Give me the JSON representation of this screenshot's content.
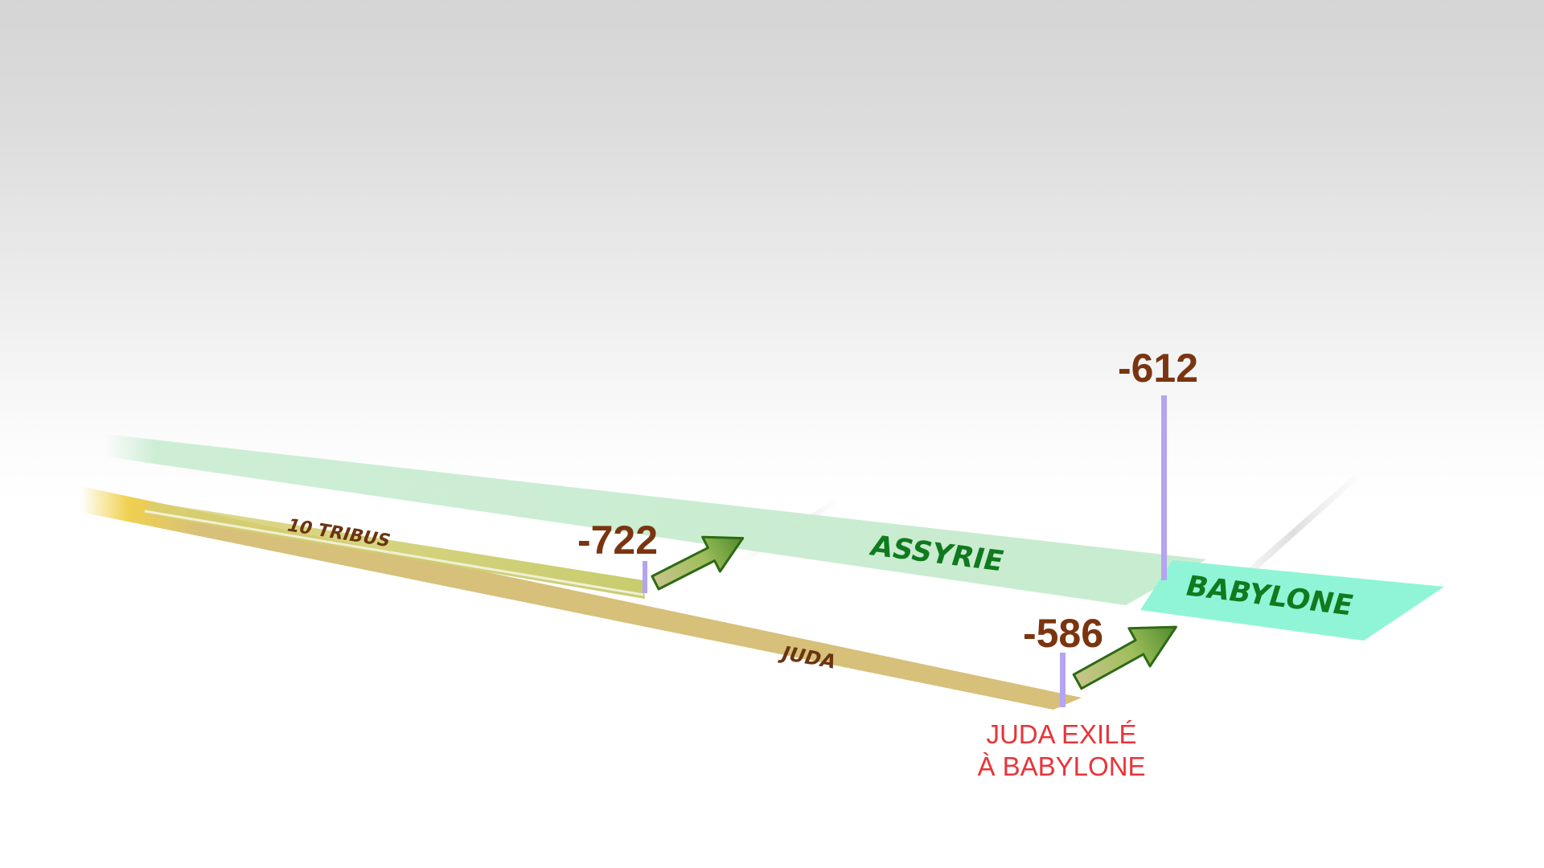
{
  "timeline": {
    "bands": {
      "tribus": {
        "label": "10 TRIBUS"
      },
      "juda": {
        "label": "JUDA"
      },
      "assyrie": {
        "label": "ASSYRIE"
      },
      "babylone": {
        "label": "BABYLONE"
      }
    },
    "markers": {
      "m722": {
        "year": "-722"
      },
      "m612": {
        "year": "-612"
      },
      "m586": {
        "year": "-586"
      }
    },
    "caption": {
      "line1": "JUDA EXILÉ",
      "line2": "À BABYLONE"
    }
  },
  "colors": {
    "assyrie_band": "#c8ecd0",
    "babylone_band": "#8ff5d6",
    "juda_band": "#d6c07a",
    "tribus_band": "#c8cc6e",
    "empire_text": "#107a1e",
    "people_text": "#6b3410",
    "year_text": "#7a3510",
    "marker_line": "#b4a4f2",
    "caption_text": "#e8343a",
    "arrow_fill": "#9fbe5c",
    "arrow_stroke": "#2e6a16"
  },
  "icons": {
    "migration_arrow": "arrow-up-right-icon"
  }
}
